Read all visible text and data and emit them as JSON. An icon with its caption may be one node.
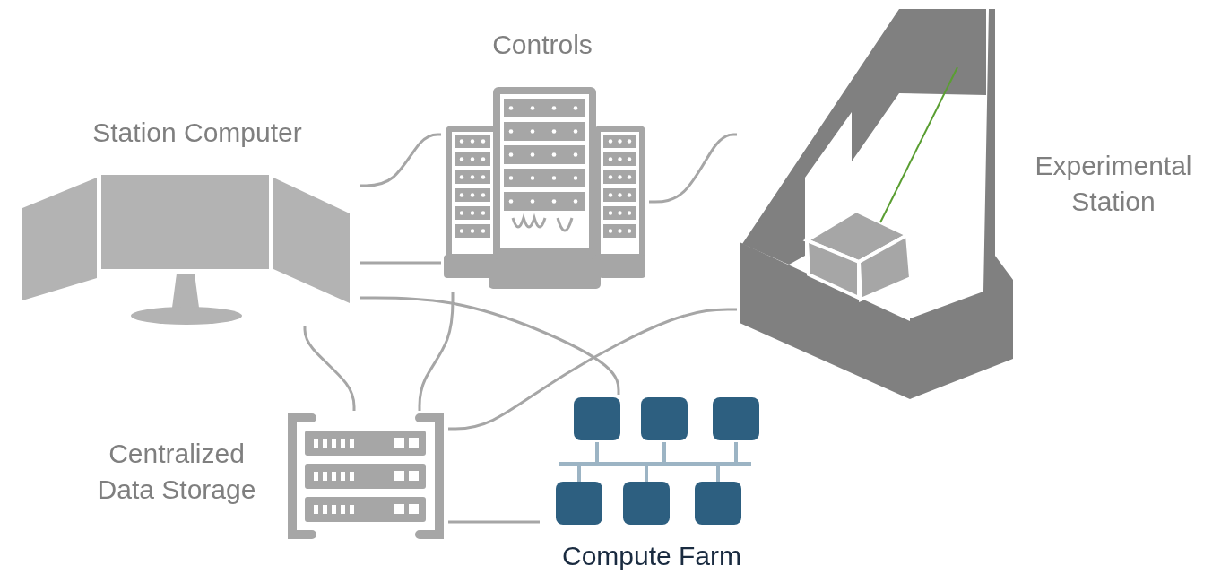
{
  "diagram": {
    "nodes": [
      {
        "text": [
          "Station Computer"
        ]
      },
      {
        "text": [
          "Controls"
        ]
      },
      {
        "text": [
          "Experimental Station"
        ]
      },
      {
        "text": [
          "Centralized Data Storage"
        ]
      },
      {
        "text": [
          "Compute Farm"
        ]
      }
    ],
    "edges": [
      {
        "from": 0,
        "to": 1,
        "arrow": "none"
      },
      {
        "from": 0,
        "to": 1,
        "arrow": "none"
      },
      {
        "from": 1,
        "to": 2,
        "arrow": "none"
      },
      {
        "from": 0,
        "to": 3,
        "arrow": "none"
      },
      {
        "from": 1,
        "to": 3,
        "arrow": "none"
      },
      {
        "from": 0,
        "to": 4,
        "arrow": "none"
      },
      {
        "from": 3,
        "to": 2,
        "arrow": "none"
      },
      {
        "from": 3,
        "to": 4,
        "arrow": "none"
      }
    ]
  }
}
